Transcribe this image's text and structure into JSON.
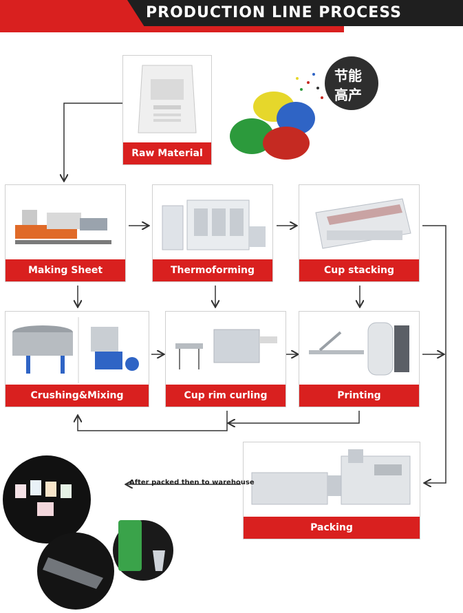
{
  "header": {
    "title": "PRODUCTION LINE PROCESS"
  },
  "badge": {
    "line1": "节能",
    "line2": "高产"
  },
  "steps": {
    "raw_material": "Raw Material",
    "making_sheet": "Making Sheet",
    "thermoforming": "Thermoforming",
    "cup_stacking": "Cup stacking",
    "crushing_mixing": "Crushing&Mixing",
    "cup_rim_curling": "Cup rim curling",
    "printing": "Printing",
    "packing": "Packing"
  },
  "note": "After packed then to warehouse",
  "colors": {
    "accent": "#d9201f",
    "dark": "#1f1f1f"
  }
}
